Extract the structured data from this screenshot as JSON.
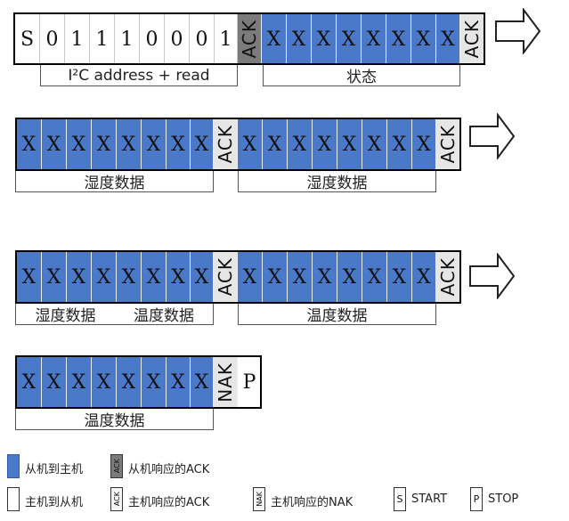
{
  "row1": {
    "cells": [
      "S",
      "0",
      "1",
      "1",
      "1",
      "0",
      "0",
      "0",
      "1"
    ],
    "ack_dark": "ACK",
    "status_bits": [
      "X",
      "X",
      "X",
      "X",
      "X",
      "X",
      "X",
      "X"
    ],
    "ack_light": "ACK",
    "label_address": "I²C address + read",
    "label_status": "状态"
  },
  "row2": {
    "bits_a": [
      "X",
      "X",
      "X",
      "X",
      "X",
      "X",
      "X",
      "X"
    ],
    "ack_a": "ACK",
    "bits_b": [
      "X",
      "X",
      "X",
      "X",
      "X",
      "X",
      "X",
      "X"
    ],
    "ack_b": "ACK",
    "label_a": "湿度数据",
    "label_b": "湿度数据"
  },
  "row3": {
    "bits_a": [
      "X",
      "X",
      "X",
      "X",
      "X",
      "X",
      "X",
      "X"
    ],
    "ack_a": "ACK",
    "bits_b": [
      "X",
      "X",
      "X",
      "X",
      "X",
      "X",
      "X",
      "X"
    ],
    "ack_b": "ACK",
    "label_a1": "湿度数据",
    "label_a2": "温度数据",
    "label_b": "温度数据"
  },
  "row4": {
    "bits": [
      "X",
      "X",
      "X",
      "X",
      "X",
      "X",
      "X",
      "X"
    ],
    "nak": "NAK",
    "stop": "P",
    "label": "温度数据"
  },
  "legend": {
    "slave_to_master": "从机到主机",
    "slave_ack": "从机响应的ACK",
    "master_to_slave": "主机到从机",
    "master_ack": "主机响应的ACK",
    "master_nak": "主机响应的NAK",
    "start": "START",
    "stop": "STOP",
    "mini_ack": "ACK",
    "mini_nak": "NAK",
    "mini_s": "S",
    "mini_p": "P"
  },
  "colors": {
    "master_to_slave_fill": "#ffffff",
    "slave_to_master_fill": "#4b79c9",
    "slave_ack_fill": "#7b7b7b",
    "master_ack_fill": "#e6e6e6"
  }
}
